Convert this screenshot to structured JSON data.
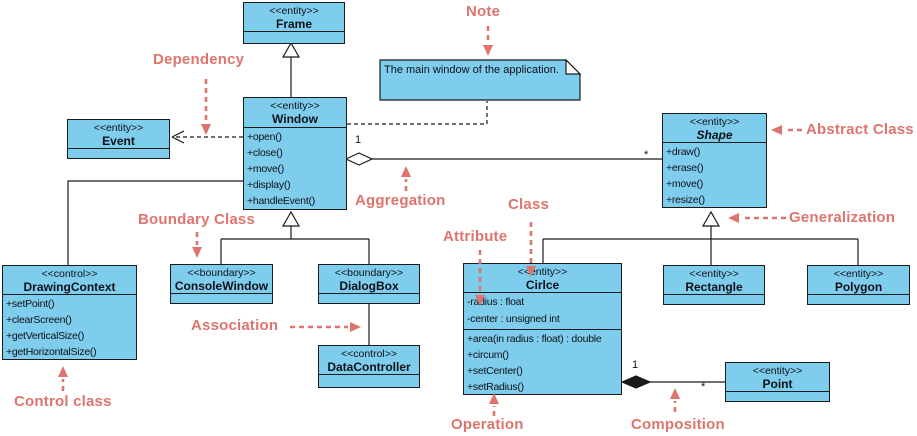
{
  "colors": {
    "class_fill": "#7ecdec",
    "class_border": "#1b1b1b",
    "annotation_red": "#dd746d"
  },
  "note": {
    "text": "The main window of the application."
  },
  "classes": {
    "frame": {
      "stereotype": "<<entity>>",
      "name": "Frame"
    },
    "window": {
      "stereotype": "<<entity>>",
      "name": "Window",
      "operations": [
        "+open()",
        "+close()",
        "+move()",
        "+display()",
        "+handleEvent()"
      ]
    },
    "event": {
      "stereotype": "<<entity>>",
      "name": "Event"
    },
    "shape": {
      "stereotype": "<<entity>>",
      "name": "Shape",
      "operations": [
        "+draw()",
        "+erase()",
        "+move()",
        "+resize()"
      ]
    },
    "drawing_context": {
      "stereotype": "<<control>>",
      "name": "DrawingContext",
      "operations": [
        "+setPoint()",
        "+clearScreen()",
        "+getVerticalSize()",
        "+getHorizontalSize()"
      ]
    },
    "console_window": {
      "stereotype": "<<boundary>>",
      "name": "ConsoleWindow"
    },
    "dialog_box": {
      "stereotype": "<<boundary>>",
      "name": "DialogBox"
    },
    "data_controller": {
      "stereotype": "<<control>>",
      "name": "DataController"
    },
    "circle": {
      "stereotype": "<<entity>>",
      "name": "Cirlce",
      "attributes": [
        "-radius : float",
        "-center : unsigned int"
      ],
      "operations": [
        "+area(in radius : float) : double",
        "+circum()",
        "+setCenter()",
        "+setRadius()"
      ]
    },
    "rectangle": {
      "stereotype": "<<entity>>",
      "name": "Rectangle"
    },
    "polygon": {
      "stereotype": "<<entity>>",
      "name": "Polygon"
    },
    "point": {
      "stereotype": "<<entity>>",
      "name": "Point"
    }
  },
  "annotations": {
    "note": "Note",
    "dependency": "Dependency",
    "abstract_class": "Abstract Class",
    "aggregation": "Aggregation",
    "class_label": "Class",
    "attribute": "Attribute",
    "generalization": "Generalization",
    "boundary_class": "Boundary Class",
    "association": "Association",
    "control_class": "Control class",
    "operation": "Operation",
    "composition": "Composition"
  },
  "multiplicities": {
    "aggregation_source": "1",
    "aggregation_target": "*",
    "composition_source": "1",
    "composition_target": "*"
  }
}
